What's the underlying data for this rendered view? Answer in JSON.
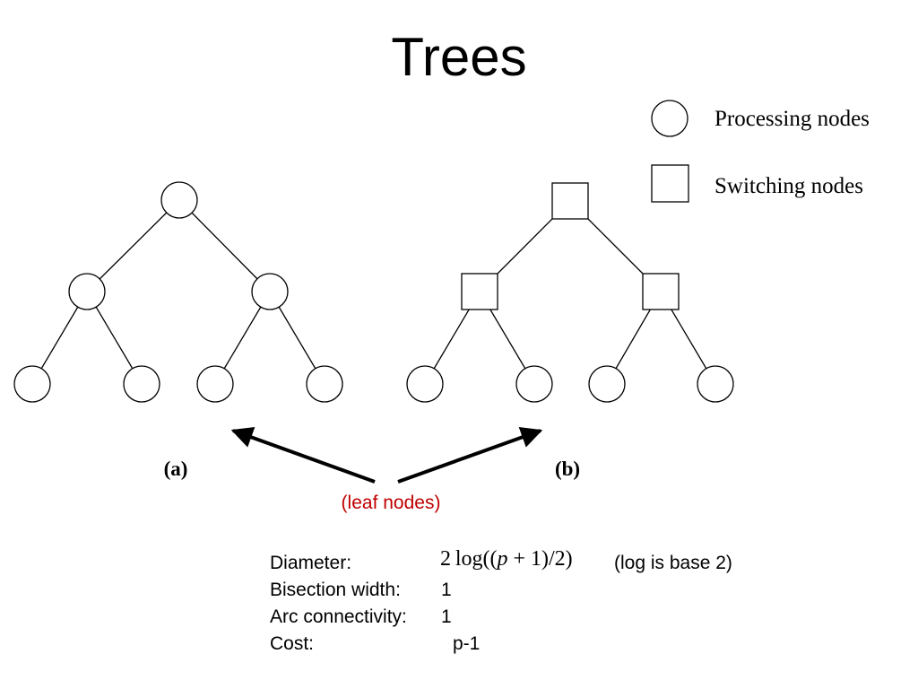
{
  "title": "Trees",
  "legend": {
    "processing": "Processing nodes",
    "switching": "Switching nodes"
  },
  "diagram": {
    "panel_a_label": "(a)",
    "panel_b_label": "(b)",
    "leaf_label": "(leaf nodes)",
    "leaf_label_color": "#c00000",
    "stroke_color": "#000000"
  },
  "properties": {
    "diameter": {
      "label": "Diameter:",
      "formula": {
        "coef": "2",
        "fn": "log",
        "open": "((",
        "var": "p",
        "plus": " + 1)/2)"
      },
      "note": "(log is base 2)"
    },
    "bisection": {
      "label": "Bisection width:",
      "value": "1"
    },
    "arc": {
      "label": "Arc connectivity:",
      "value": "1"
    },
    "cost": {
      "label": "Cost:",
      "value": "p-1"
    }
  }
}
